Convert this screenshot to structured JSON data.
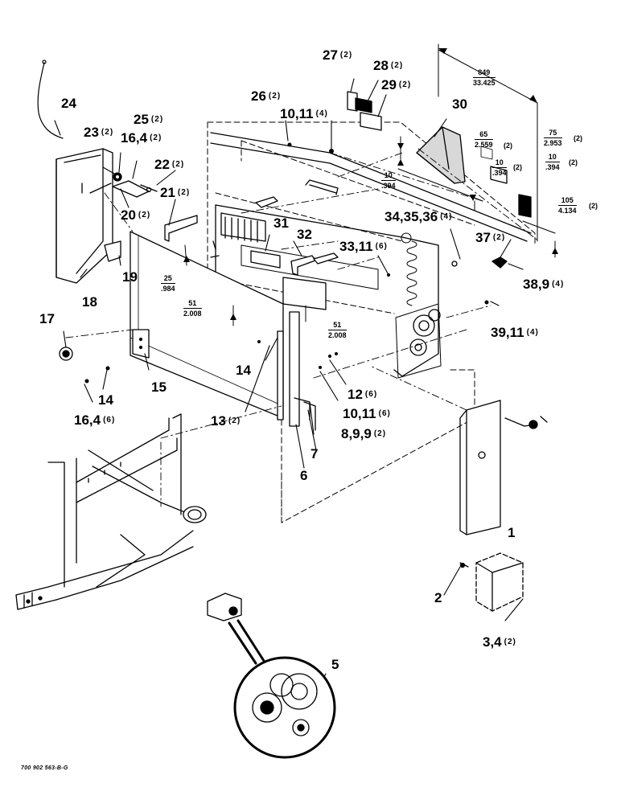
{
  "callouts": [
    {
      "id": "c24",
      "label": "24",
      "qty": ""
    },
    {
      "id": "c25",
      "label": "25",
      "qty": "(2)"
    },
    {
      "id": "c23",
      "label": "23",
      "qty": "(2)"
    },
    {
      "id": "c16a",
      "label": "16,4",
      "qty": "(2)"
    },
    {
      "id": "c22",
      "label": "22",
      "qty": "(2)"
    },
    {
      "id": "c20",
      "label": "20",
      "qty": "(2)"
    },
    {
      "id": "c21",
      "label": "21",
      "qty": "(2)"
    },
    {
      "id": "c26",
      "label": "26",
      "qty": "(2)"
    },
    {
      "id": "c10a",
      "label": "10,11",
      "qty": "(4)"
    },
    {
      "id": "c27",
      "label": "27",
      "qty": "(2)"
    },
    {
      "id": "c28",
      "label": "28",
      "qty": "(2)"
    },
    {
      "id": "c29",
      "label": "29",
      "qty": "(2)"
    },
    {
      "id": "c30",
      "label": "30",
      "qty": ""
    },
    {
      "id": "c31",
      "label": "31",
      "qty": ""
    },
    {
      "id": "c32",
      "label": "32",
      "qty": ""
    },
    {
      "id": "c33",
      "label": "33,11",
      "qty": "(6)"
    },
    {
      "id": "c34",
      "label": "34,35,36",
      "qty": "(4)"
    },
    {
      "id": "c37",
      "label": "37",
      "qty": "(2)"
    },
    {
      "id": "c38",
      "label": "38,9",
      "qty": "(4)"
    },
    {
      "id": "c39",
      "label": "39,11",
      "qty": "(4)"
    },
    {
      "id": "c19",
      "label": "19",
      "qty": ""
    },
    {
      "id": "c18",
      "label": "18",
      "qty": ""
    },
    {
      "id": "c17",
      "label": "17",
      "qty": ""
    },
    {
      "id": "c14a",
      "label": "14",
      "qty": ""
    },
    {
      "id": "c14b",
      "label": "14",
      "qty": ""
    },
    {
      "id": "c15",
      "label": "15",
      "qty": ""
    },
    {
      "id": "c16b",
      "label": "16,4",
      "qty": "(6)"
    },
    {
      "id": "c13",
      "label": "13",
      "qty": "(2)"
    },
    {
      "id": "c12",
      "label": "12",
      "qty": "(6)"
    },
    {
      "id": "c10b",
      "label": "10,11",
      "qty": "(6)"
    },
    {
      "id": "c8",
      "label": "8,9,9",
      "qty": "(2)"
    },
    {
      "id": "c7",
      "label": "7",
      "qty": ""
    },
    {
      "id": "c6",
      "label": "6",
      "qty": ""
    },
    {
      "id": "c1",
      "label": "1",
      "qty": ""
    },
    {
      "id": "c2",
      "label": "2",
      "qty": ""
    },
    {
      "id": "c3",
      "label": "3,4",
      "qty": "(2)"
    },
    {
      "id": "c5",
      "label": "5",
      "qty": ""
    }
  ],
  "dimensions": [
    {
      "id": "d849",
      "top": "849",
      "bottom": "33.425",
      "qty": ""
    },
    {
      "id": "d75",
      "top": "75",
      "bottom": "2.953",
      "qty": "(2)"
    },
    {
      "id": "d10a",
      "top": "10",
      "bottom": ".394",
      "qty": "(2)"
    },
    {
      "id": "d65",
      "top": "65",
      "bottom": "2.559",
      "qty": "(2)"
    },
    {
      "id": "d10b",
      "top": "10",
      "bottom": ".394",
      "qty": "(2)"
    },
    {
      "id": "d105",
      "top": "105",
      "bottom": "4.134",
      "qty": "(2)"
    },
    {
      "id": "d10c",
      "top": "10",
      "bottom": ".394",
      "qty": ""
    },
    {
      "id": "d25",
      "top": "25",
      "bottom": ".984",
      "qty": ""
    },
    {
      "id": "d51a",
      "top": "51",
      "bottom": "2.008",
      "qty": ""
    },
    {
      "id": "d51b",
      "top": "51",
      "bottom": "2.008",
      "qty": ""
    }
  ],
  "drawing_code": "700 902 563-B-G",
  "colors": {
    "ink": "#000000",
    "paper": "#ffffff",
    "fill": "#d8d8d8"
  }
}
